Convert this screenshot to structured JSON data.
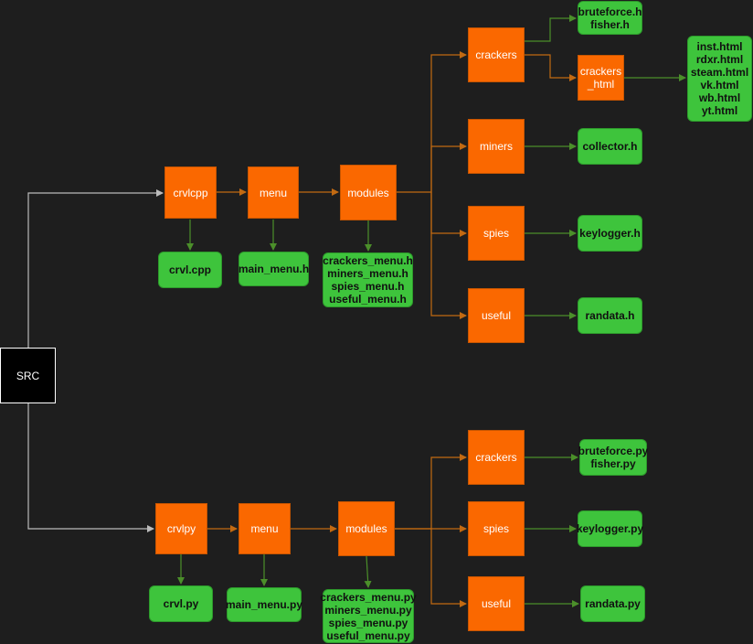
{
  "colors": {
    "background": "#1e1e1e",
    "module": "#fa6800",
    "file": "#3ec43c",
    "edge_src": "#bbbbbb",
    "edge_orange": "#c26a12",
    "edge_green": "#4b8f2a"
  },
  "src": "SRC",
  "cpp": {
    "crvlcpp": "crvlcpp",
    "menu": "menu",
    "modules": "modules",
    "crvl_file": "crvl.cpp",
    "main_menu": "main_menu.h",
    "menus_list": "crackers_menu.h\nminers_menu.h\nspies_menu.h\nuseful_menu.h",
    "crackers": "crackers",
    "crackers_html": "crackers\n_html",
    "miners": "miners",
    "spies": "spies",
    "useful": "useful",
    "crackers_files": "bruteforce.h\nfisher.h",
    "html_files": "inst.html\nrdxr.html\nsteam.html\nvk.html\nwb.html\nyt.html",
    "miners_file": "collector.h",
    "spies_file": "keylogger.h",
    "useful_file": "randata.h"
  },
  "py": {
    "crvlpy": "crvlpy",
    "menu": "menu",
    "modules": "modules",
    "crvl_file": "crvl.py",
    "main_menu": "main_menu.py",
    "menus_list": "crackers_menu.py\nminers_menu.py\nspies_menu.py\nuseful_menu.py",
    "crackers": "crackers",
    "spies": "spies",
    "useful": "useful",
    "crackers_files": "bruteforce.py\nfisher.py",
    "spies_file": "keylogger.py",
    "useful_file": "randata.py"
  }
}
